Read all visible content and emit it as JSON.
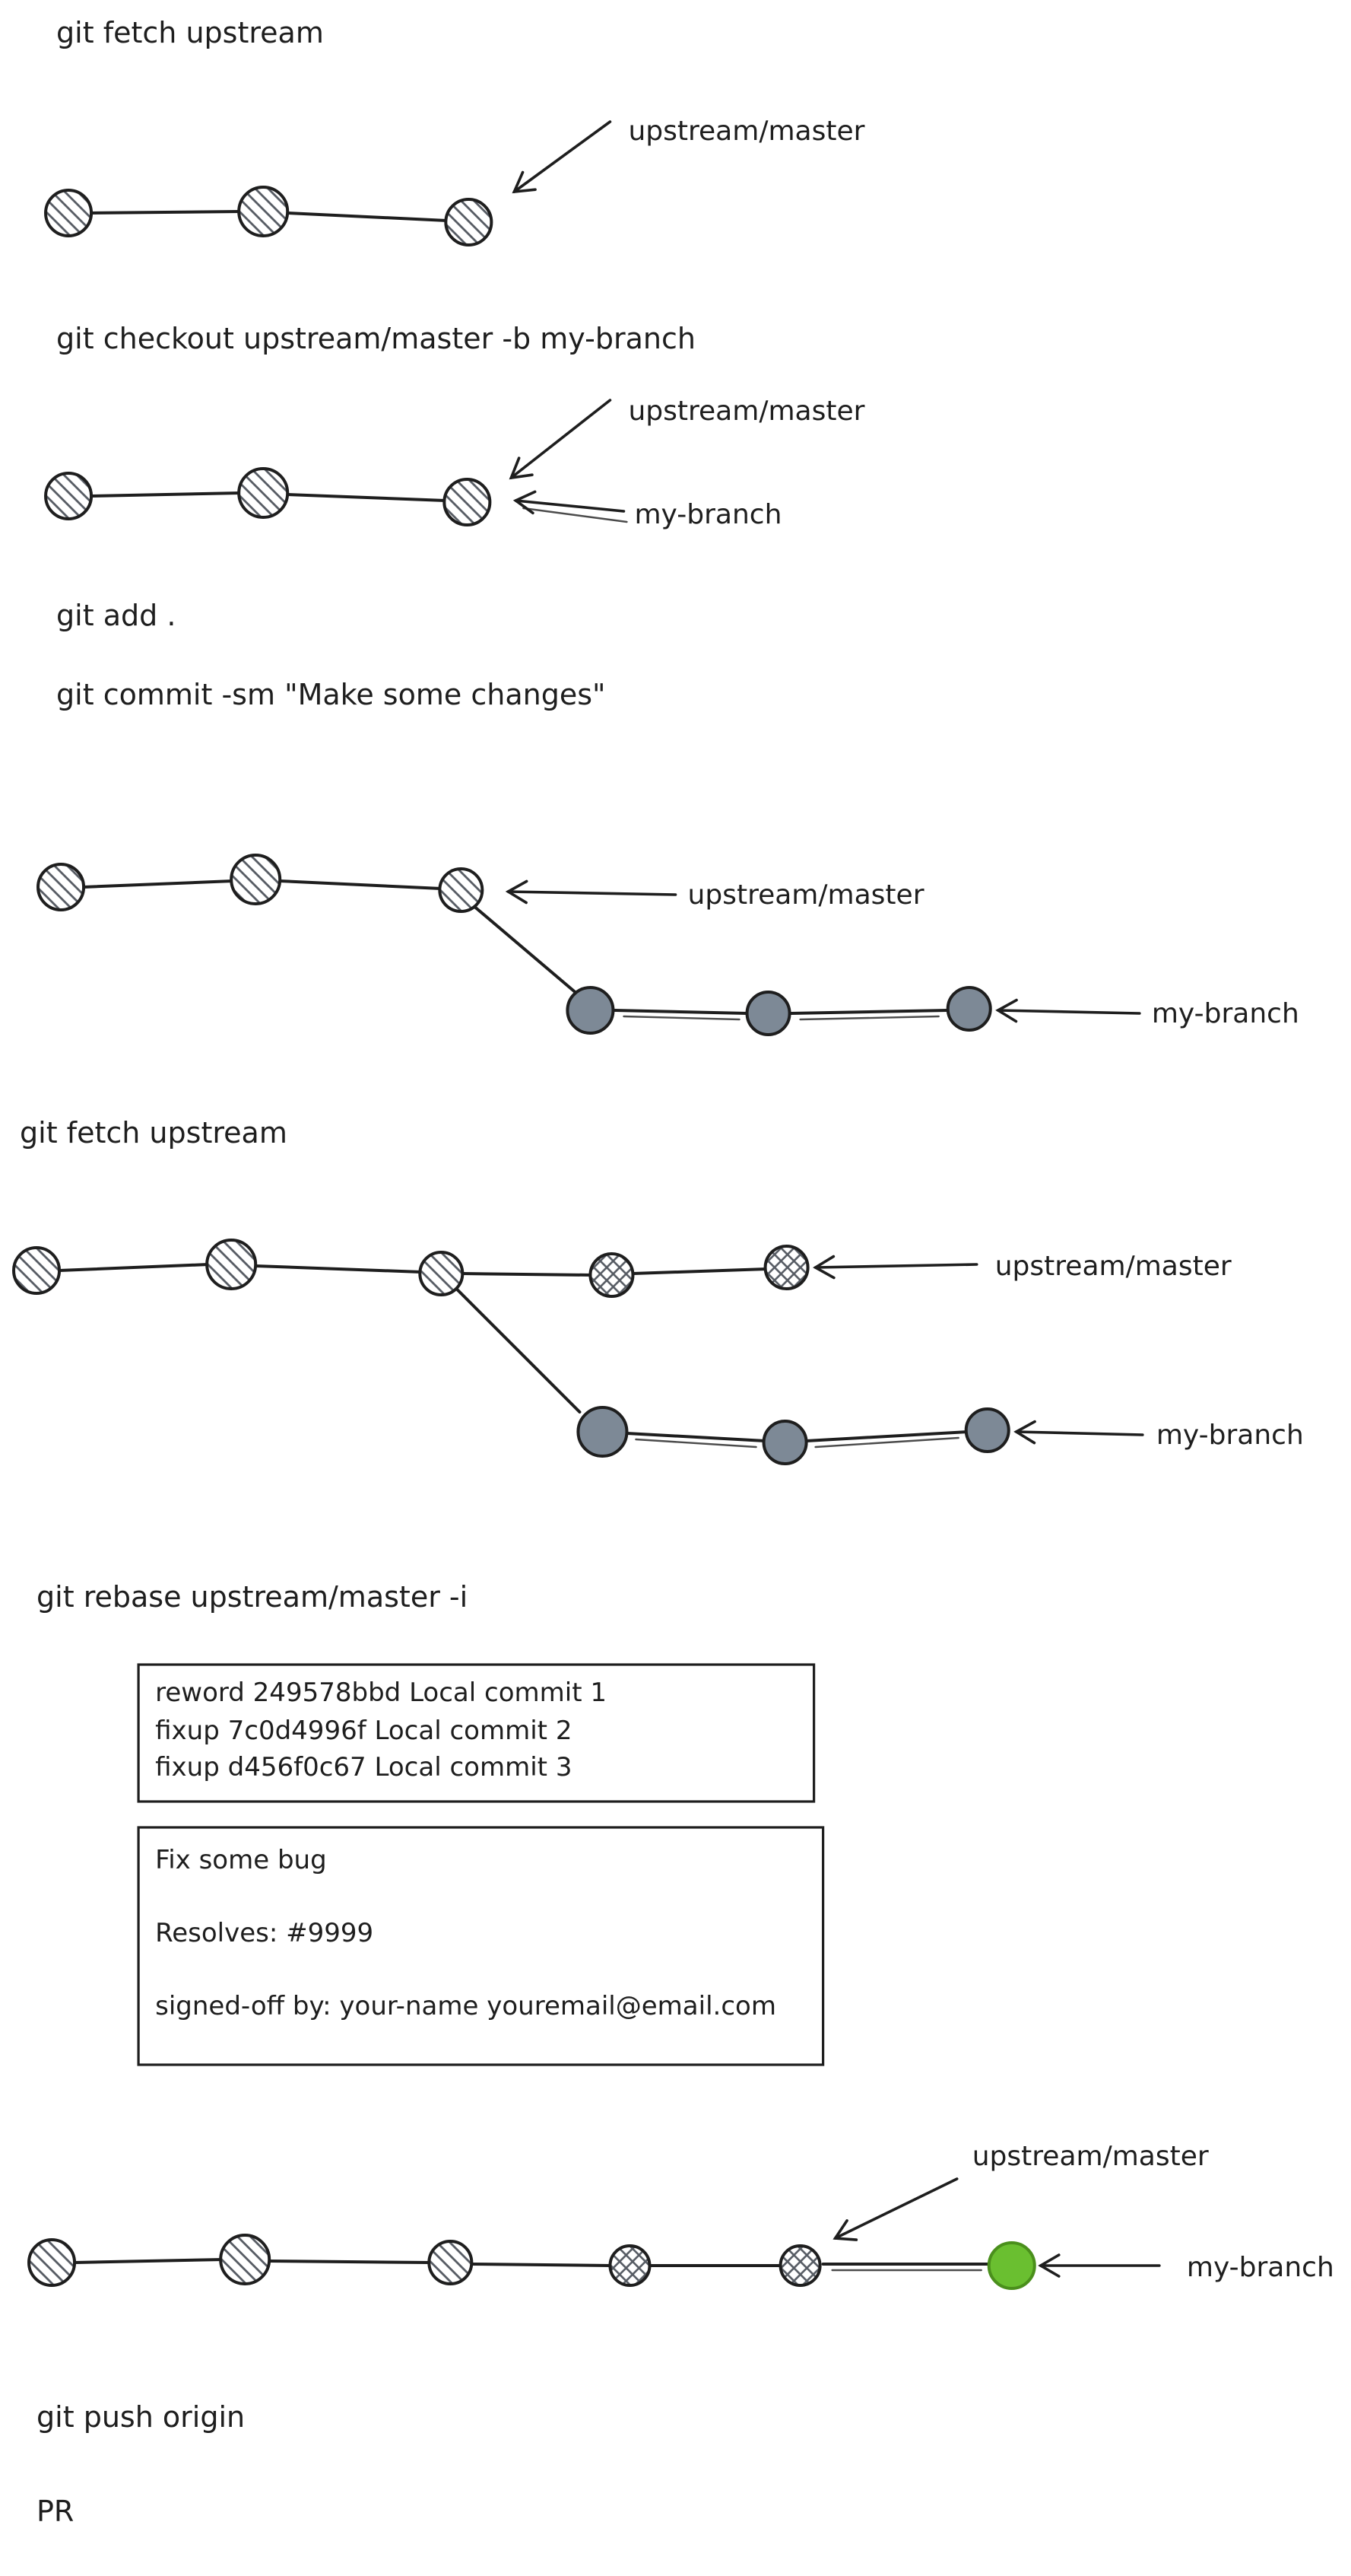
{
  "page": {
    "background": "#ffffff",
    "description": "Hand-drawn git upstream contribution workflow diagram"
  },
  "colors": {
    "ink": "#1e1e1e",
    "teal": "#0e7c8b",
    "hatch_line": "#565b63",
    "commit_gray": "#7d8996",
    "commit_green": "#6abf30",
    "commit_green_stroke": "#4a8f1c"
  },
  "commands": {
    "fetch_1": "git fetch upstream",
    "checkout": "git checkout upstream/master -b my-branch",
    "add": "git add .",
    "commit": "git commit -sm \"Make some changes\"",
    "fetch_2": "git fetch upstream",
    "rebase": "git rebase upstream/master -i",
    "push": "git push origin",
    "pr": "PR"
  },
  "branch_labels": {
    "upstream_master": "upstream/master",
    "my_branch": "my-branch"
  },
  "rebase_todo": {
    "line1": "reword 249578bbd Local commit 1",
    "line2": "fixup 7c0d4996f Local commit 2",
    "line3": "fixup d456f0c67 Local commit 3"
  },
  "commit_message": {
    "line1": "Fix some bug",
    "line2": "Resolves: #9999",
    "line3": "signed-off by: your-name youremail@email.com"
  }
}
